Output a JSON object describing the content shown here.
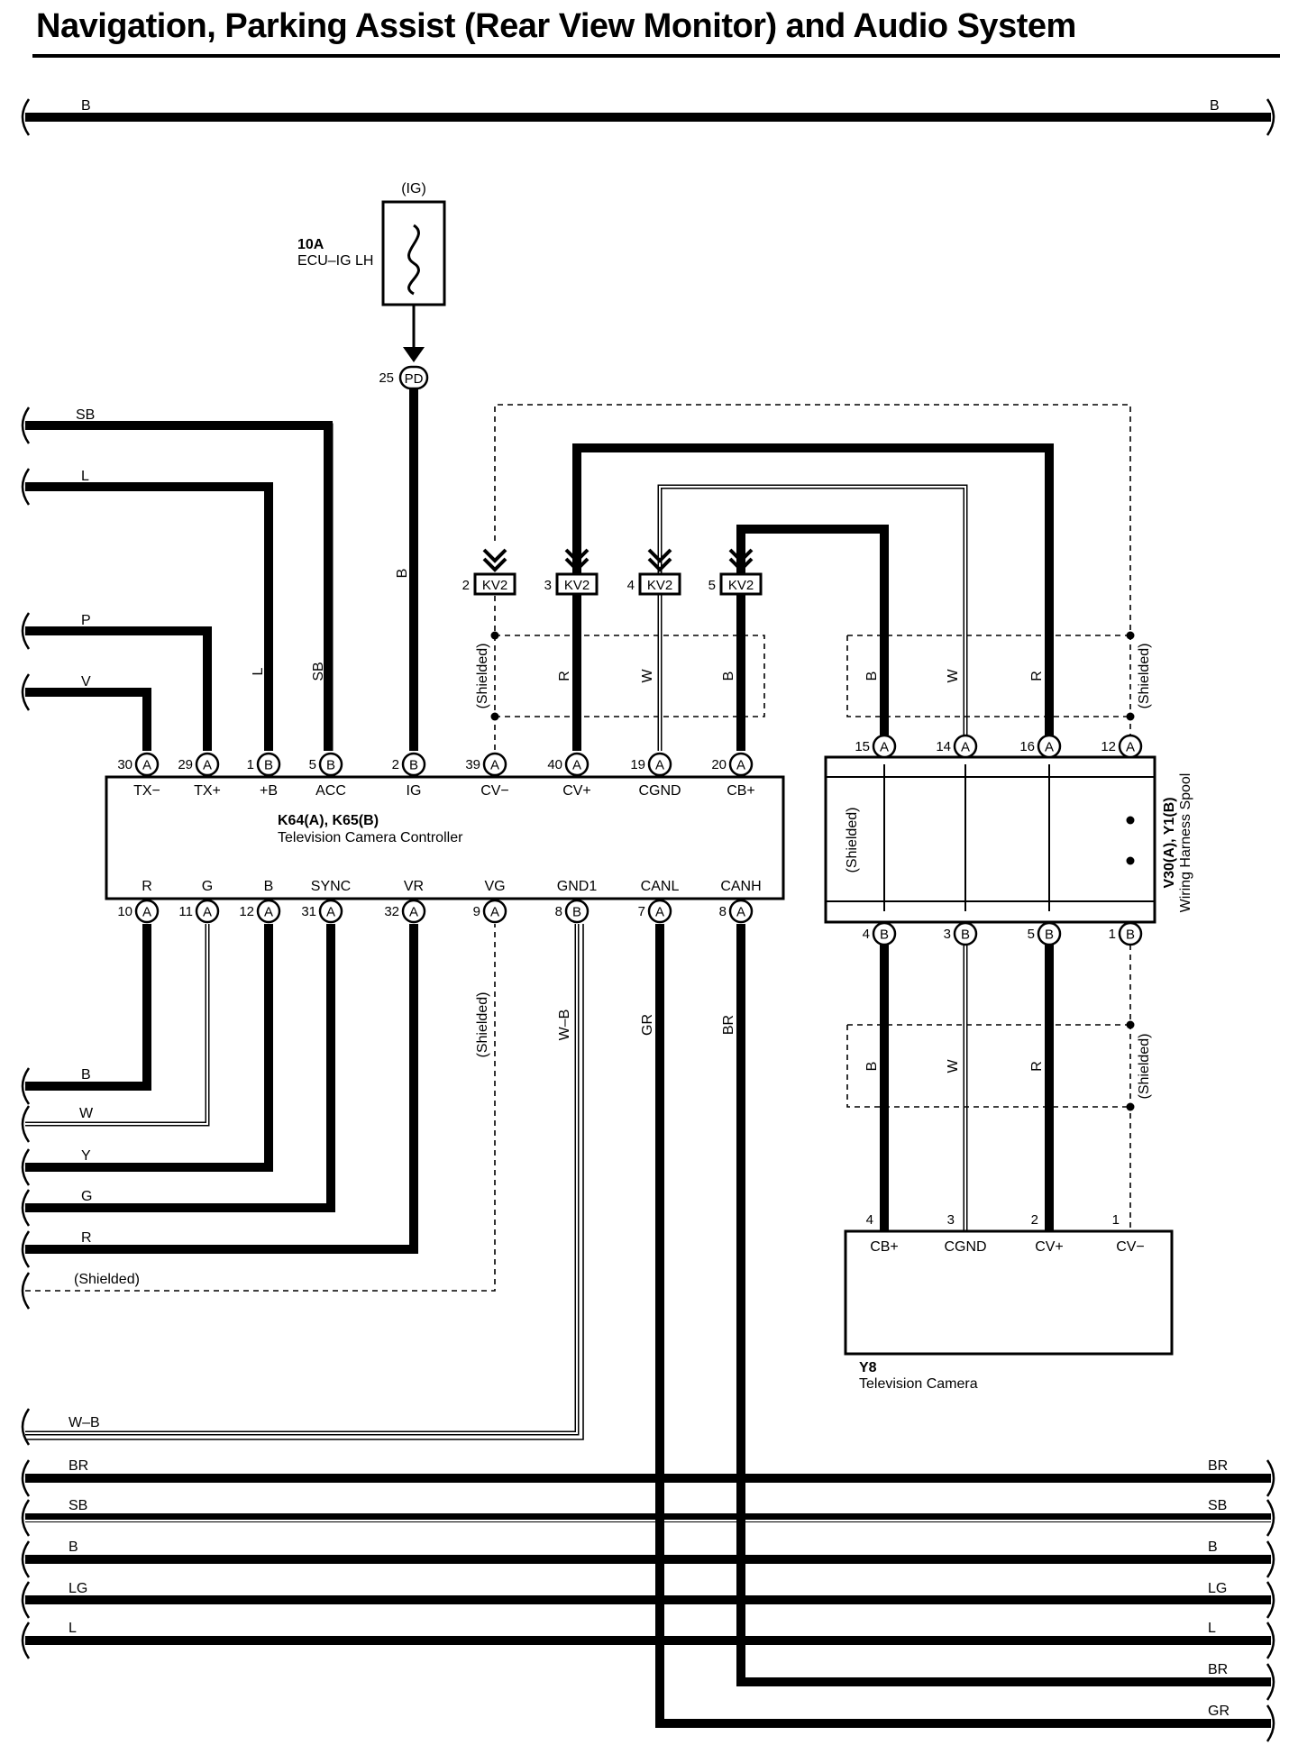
{
  "title": "Navigation, Parking Assist (Rear View Monitor) and Audio System",
  "fuse": {
    "source": "(IG)",
    "rating": "10A",
    "name": "ECU–IG LH",
    "connector_pin": "25",
    "connector": "PD"
  },
  "top_bus": {
    "left_label": "B",
    "right_label": "B"
  },
  "controller": {
    "name_line1": "K64(A), K65(B)",
    "name_line2": "Television Camera Controller",
    "top_pins": [
      {
        "num": "30",
        "conn": "A",
        "term": "TX−"
      },
      {
        "num": "29",
        "conn": "A",
        "term": "TX+"
      },
      {
        "num": "1",
        "conn": "B",
        "term": "+B"
      },
      {
        "num": "5",
        "conn": "B",
        "term": "ACC"
      },
      {
        "num": "2",
        "conn": "B",
        "term": "IG"
      },
      {
        "num": "39",
        "conn": "A",
        "term": "CV−"
      },
      {
        "num": "40",
        "conn": "A",
        "term": "CV+"
      },
      {
        "num": "19",
        "conn": "A",
        "term": "CGND"
      },
      {
        "num": "20",
        "conn": "A",
        "term": "CB+"
      }
    ],
    "bottom_pins": [
      {
        "num": "10",
        "conn": "A",
        "term": "R"
      },
      {
        "num": "11",
        "conn": "A",
        "term": "G"
      },
      {
        "num": "12",
        "conn": "A",
        "term": "B"
      },
      {
        "num": "31",
        "conn": "A",
        "term": "SYNC"
      },
      {
        "num": "32",
        "conn": "A",
        "term": "VR"
      },
      {
        "num": "9",
        "conn": "A",
        "term": "VG"
      },
      {
        "num": "8",
        "conn": "B",
        "term": "GND1"
      },
      {
        "num": "7",
        "conn": "A",
        "term": "CANL"
      },
      {
        "num": "8",
        "conn": "A",
        "term": "CANH"
      }
    ]
  },
  "left_top_wires": [
    "SB",
    "L",
    "P",
    "V"
  ],
  "vertical_wire_labels": {
    "plus_b": "L",
    "acc": "SB",
    "ig": "B",
    "cv_plus": "R",
    "cgnd": "W",
    "cb_plus": "B",
    "shielded": "(Shielded)"
  },
  "kv2": [
    {
      "num": "2",
      "name": "KV2"
    },
    {
      "num": "3",
      "name": "KV2"
    },
    {
      "num": "4",
      "name": "KV2"
    },
    {
      "num": "5",
      "name": "KV2"
    }
  ],
  "spool": {
    "name_line1": "V30(A), Y1(B)",
    "name_line2": "Wiring Harness Spool",
    "shield_label": "(Shielded)",
    "top_pins": [
      {
        "num": "15",
        "conn": "A"
      },
      {
        "num": "14",
        "conn": "A"
      },
      {
        "num": "16",
        "conn": "A"
      },
      {
        "num": "12",
        "conn": "A"
      }
    ],
    "bottom_pins": [
      {
        "num": "4",
        "conn": "B"
      },
      {
        "num": "3",
        "conn": "B"
      },
      {
        "num": "5",
        "conn": "B"
      },
      {
        "num": "1",
        "conn": "B"
      }
    ],
    "upper_wire_labels": [
      "B",
      "W",
      "R",
      "(Shielded)"
    ],
    "lower_wire_labels": [
      "B",
      "W",
      "R",
      "(Shielded)"
    ]
  },
  "camera": {
    "name_line1": "Y8",
    "name_line2": "Television Camera",
    "pins": [
      {
        "num": "4",
        "term": "CB+"
      },
      {
        "num": "3",
        "term": "CGND"
      },
      {
        "num": "2",
        "term": "CV+"
      },
      {
        "num": "1",
        "term": "CV−"
      }
    ]
  },
  "left_bottom_wires": [
    "B",
    "W",
    "Y",
    "G",
    "R",
    "(Shielded)"
  ],
  "lower_vertical_labels": {
    "vg": "(Shielded)",
    "gnd1": "W–B",
    "canl": "GR",
    "canh": "BR"
  },
  "bus_bottom": {
    "left": [
      "W–B",
      "BR",
      "SB",
      "B",
      "LG",
      "L"
    ],
    "right": [
      "BR",
      "SB",
      "B",
      "LG",
      "L",
      "BR",
      "GR"
    ]
  }
}
